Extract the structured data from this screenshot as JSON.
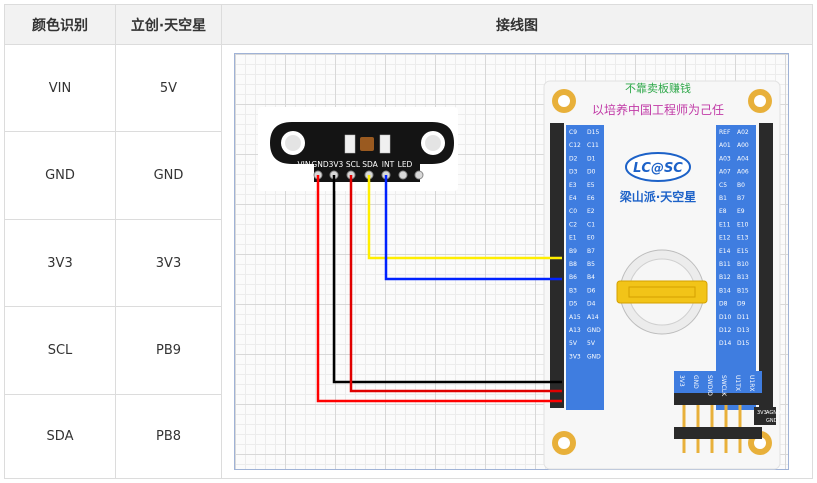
{
  "table": {
    "headers": [
      "颜色识别",
      "立创·天空星",
      "接线图"
    ],
    "rows": [
      {
        "sensor": "VIN",
        "board": "5V"
      },
      {
        "sensor": "GND",
        "board": "GND"
      },
      {
        "sensor": "3V3",
        "board": "3V3"
      },
      {
        "sensor": "SCL",
        "board": "PB9"
      },
      {
        "sensor": "SDA",
        "board": "PB8"
      }
    ]
  },
  "sensor": {
    "title": "TCS3472 Colour Sensor",
    "pins": [
      "VIN",
      "GND",
      "3V3",
      "SCL",
      "SDA",
      "INT",
      "LED"
    ]
  },
  "board": {
    "slogan1": "不靠卖板赚钱",
    "slogan2": "以培养中国工程师为己任",
    "logo": "LC@SC",
    "name": "梁山派·天空星",
    "left_pins": [
      "C9",
      "D15",
      "C12",
      "C11",
      "D2",
      "D1",
      "D3",
      "D0",
      "E3",
      "E5",
      "E4",
      "E6",
      "C0",
      "E2",
      "C2",
      "C1",
      "E1",
      "E0",
      "B9",
      "B7",
      "B8",
      "B5",
      "B6",
      "B4",
      "B3",
      "D6",
      "D5",
      "D4",
      "A15",
      "A14",
      "A13",
      "GND",
      "5V",
      "5V",
      "3V3",
      "GND"
    ],
    "right_pins": [
      "REF",
      "A02",
      "A01",
      "A00",
      "A03",
      "A04",
      "A07",
      "A06",
      "C5",
      "B0",
      "B1",
      "B7",
      "E8",
      "E9",
      "E11",
      "E10",
      "E12",
      "E13",
      "E14",
      "E15",
      "B11",
      "B10",
      "B12",
      "B13",
      "B14",
      "B15",
      "D8",
      "D9",
      "D10",
      "D11",
      "D12",
      "D13",
      "D14",
      "D15"
    ],
    "bottom_pins": [
      "3V3",
      "GND",
      "SWDIO",
      "SWCLK",
      "U1TX",
      "U1RX"
    ],
    "corner_pins": [
      "3V3",
      "AGND",
      "GND"
    ]
  },
  "colors": {
    "wire_vin": "#ff0000",
    "wire_gnd": "#000000",
    "wire_3v3": "#e00000",
    "wire_scl": "#ffee00",
    "wire_sda": "#0022ff",
    "board_bg": "#f7f7f7",
    "pin_blue": "#3f7de0"
  }
}
